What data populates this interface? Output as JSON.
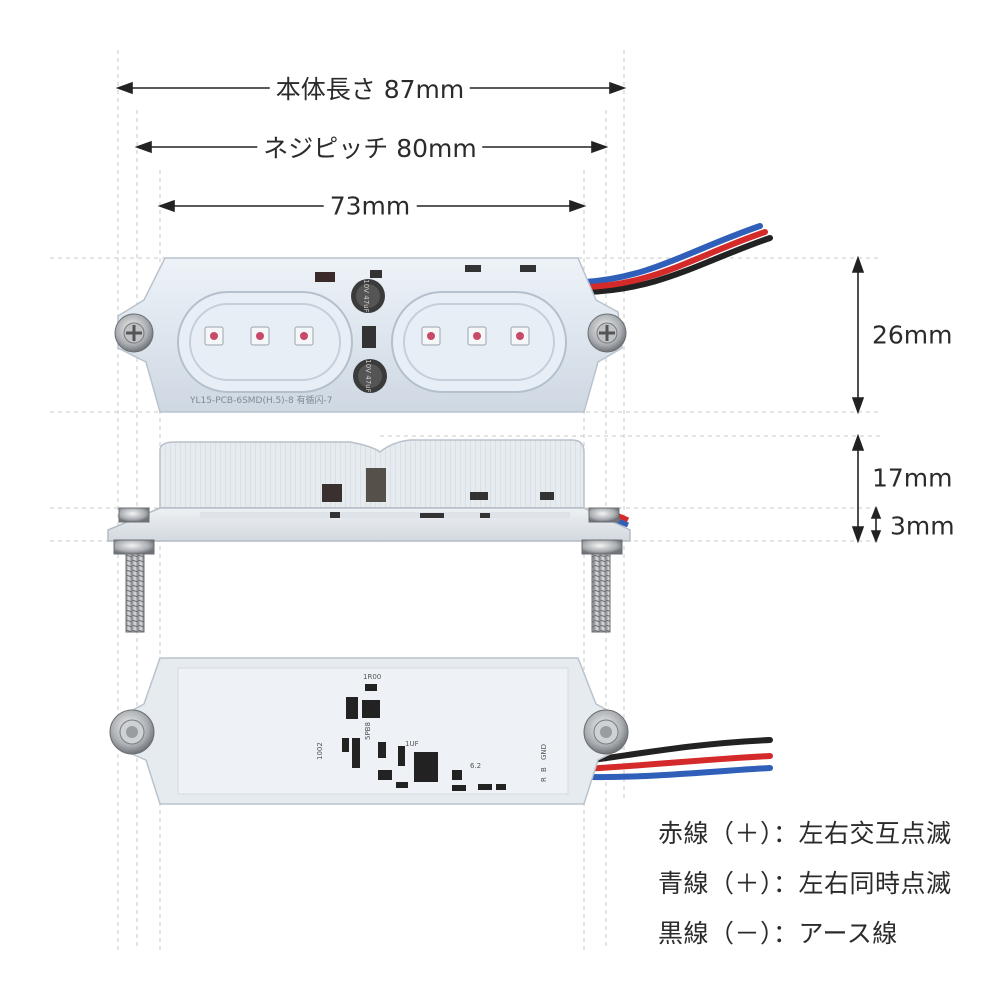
{
  "dimensions": {
    "body_length": "本体長さ 87mm",
    "screw_pitch": "ネジピッチ 80mm",
    "inner_width": "73mm",
    "height_top": "26mm",
    "height_side": "17mm",
    "height_base": "3mm"
  },
  "pcb_text": {
    "silk_label": "YL15-PCB-6SMD(H.5)-8 有循闪-7",
    "cap_a": "10V 47uF",
    "cap_b": "10V 47uF",
    "pins": [
      "GND",
      "B",
      "R"
    ],
    "comp_1": "1R00",
    "comp_2": "1002",
    "comp_3": "5PB8",
    "comp_4": "1UF",
    "comp_5": "6.2"
  },
  "legend": [
    {
      "text": "赤線（＋）：左右交互点滅",
      "color": "#d42a2a"
    },
    {
      "text": "青線（＋）：左右同時点滅",
      "color": "#2f5fb8"
    },
    {
      "text": "黒線（－）：アース線",
      "color": "#222222"
    }
  ],
  "colors": {
    "led": "#c94a68",
    "wire_red": "#d42a2a",
    "wire_blue": "#2f5fb8",
    "wire_black": "#222222"
  }
}
